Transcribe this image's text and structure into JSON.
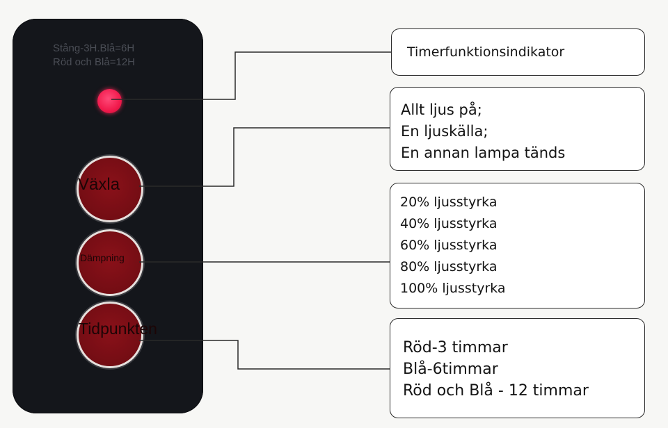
{
  "remote": {
    "note": [
      "Stång-3H.Blå=6H",
      "Röd och Blå=12H"
    ],
    "buttons": {
      "switch_label": "Växla",
      "dimming_label": "Dämpning",
      "timer_label": "Tidpunkten"
    },
    "colors": {
      "body": "#14161b",
      "led": "#f11a4c",
      "button": "#740d14"
    }
  },
  "callouts": {
    "timer_indicator": [
      "Timerfunktionsindikator"
    ],
    "switch": [
      "Allt ljus på;",
      "En ljuskälla;",
      "En annan lampa tänds"
    ],
    "dimming": [
      "20% ljusstyrka",
      "40% ljusstyrka",
      "60% ljusstyrka",
      "80% ljusstyrka",
      "100% ljusstyrka"
    ],
    "timer": [
      "Röd-3 timmar",
      "Blå-6timmar",
      "Röd och Blå - 12 timmar"
    ]
  }
}
